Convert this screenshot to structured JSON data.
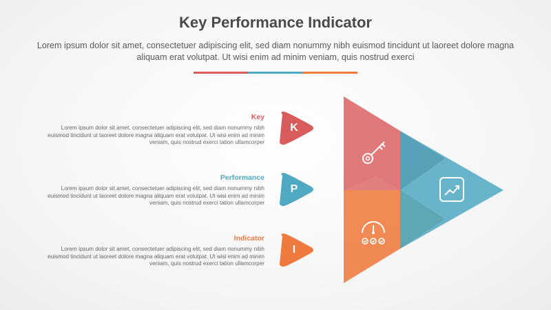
{
  "header": {
    "title": "Key Performance Indicator",
    "subtitle": "Lorem ipsum dolor sit amet, consectetuer adipiscing elit, sed diam nonummy nibh euismod tincidunt ut laoreet dolore magna aliquam erat volutpat. Ut wisi enim ad minim veniam, quis nostrud exerci"
  },
  "colors": {
    "red": "#d95c5c",
    "blue": "#4fa9c3",
    "orange": "#ef7a3d"
  },
  "items": [
    {
      "heading": "Key",
      "letter": "K",
      "body": "Lorem ipsum dolor sit amet, consectetuer adipiscing elit, sed diam nonummy nibh euismod tincidunt ut laoreet dolore magna aliquam erat volutpat. Ut wisi enim ad minim veniam, quis nostrud exerci tation ullamcorper",
      "icon": "key-icon"
    },
    {
      "heading": "Performance",
      "letter": "P",
      "body": "Lorem ipsum dolor sit amet, consectetuer adipiscing elit, sed diam nonummy nibh euismod tincidunt ut laoreet dolore magna aliquam erat volutpat. Ut wisi enim ad minim veniam, quis nostrud exerci tation ullamcorper",
      "icon": "trend-chart-icon"
    },
    {
      "heading": "Indicator",
      "letter": "I",
      "body": "Lorem ipsum dolor sit amet, consectetuer adipiscing elit, sed diam nonummy nibh euismod tincidunt ut laoreet dolore magna aliquam erat volutpat. Ut wisi enim ad minim veniam, quis nostrud exerci tation ullamcorper",
      "icon": "gauge-checks-icon"
    }
  ]
}
